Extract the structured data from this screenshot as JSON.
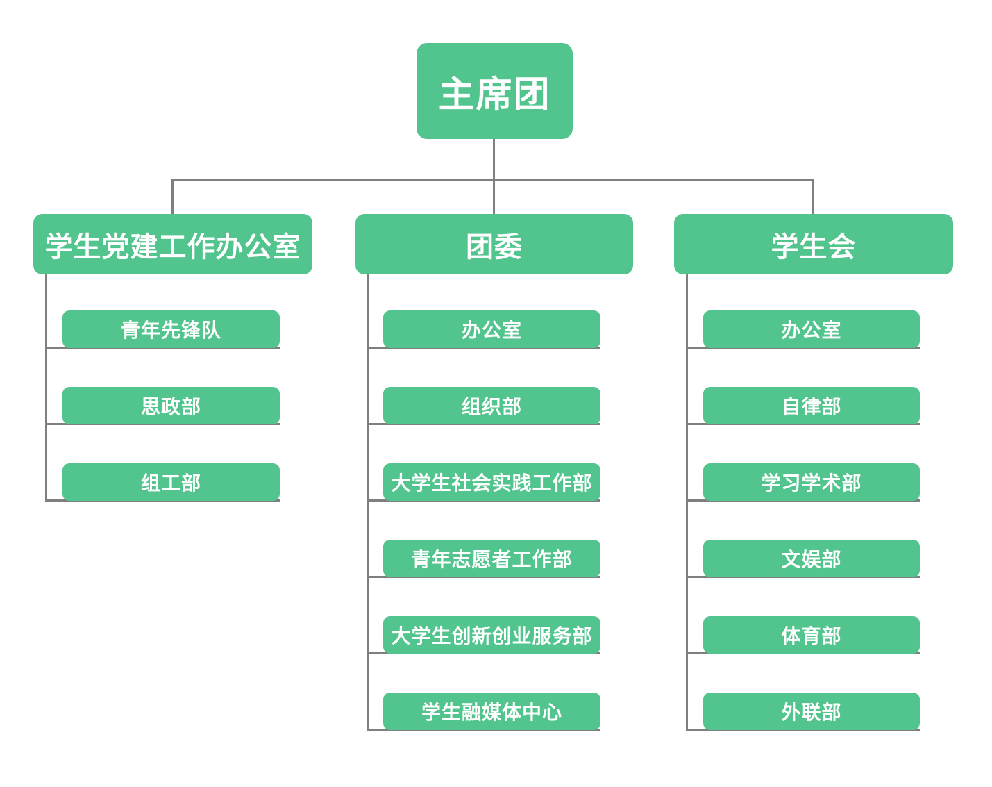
{
  "chart": {
    "type": "org-chart",
    "root": {
      "label": "主席团"
    },
    "branches": [
      {
        "label": "学生党建工作办公室",
        "children": [
          {
            "label": "青年先锋队"
          },
          {
            "label": "思政部"
          },
          {
            "label": "组工部"
          }
        ]
      },
      {
        "label": "团委",
        "children": [
          {
            "label": "办公室"
          },
          {
            "label": "组织部"
          },
          {
            "label": "大学生社会实践工作部"
          },
          {
            "label": "青年志愿者工作部"
          },
          {
            "label": "大学生创新创业服务部"
          },
          {
            "label": "学生融媒体中心"
          }
        ]
      },
      {
        "label": "学生会",
        "children": [
          {
            "label": "办公室"
          },
          {
            "label": "自律部"
          },
          {
            "label": "学习学术部"
          },
          {
            "label": "文娱部"
          },
          {
            "label": "体育部"
          },
          {
            "label": "外联部"
          }
        ]
      }
    ],
    "colors": {
      "node_fill": "#52C48E",
      "node_text": "#FFFFFF",
      "connector": "#7F7F7F",
      "background": "#FFFFFF"
    }
  }
}
